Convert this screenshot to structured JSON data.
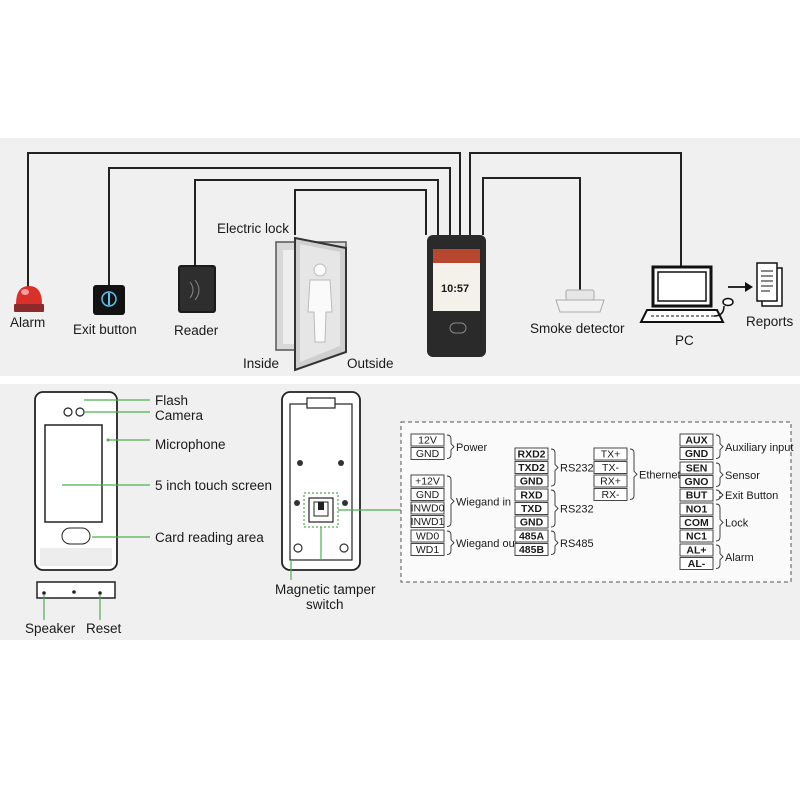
{
  "top": {
    "alarm": "Alarm",
    "exit_button": "Exit button",
    "reader": "Reader",
    "electric_lock": "Electric lock",
    "inside": "Inside",
    "outside": "Outside",
    "smoke_detector": "Smoke detector",
    "pc": "PC",
    "reports": "Reports",
    "clock": "10:57"
  },
  "front": {
    "flash": "Flash",
    "camera": "Camera",
    "microphone": "Microphone",
    "screen": "5 inch touch screen",
    "card_area": "Card reading area",
    "speaker": "Speaker",
    "reset": "Reset"
  },
  "back": {
    "tamper_line1": "Magnetic tamper",
    "tamper_line2": "switch"
  },
  "wiring": {
    "col1": {
      "power_terms": [
        "12V",
        "GND"
      ],
      "power_label": "Power",
      "wiegand_in_terms": [
        "+12V",
        "GND",
        "INWD0",
        "INWD1"
      ],
      "wiegand_in_label": "Wiegand in",
      "wiegand_out_terms": [
        "WD0",
        "WD1"
      ],
      "wiegand_out_label": "Wiegand out"
    },
    "col2": {
      "rs232a_terms": [
        "RXD2",
        "TXD2",
        "GND"
      ],
      "rs232a_label": "RS232",
      "rs232b_terms": [
        "RXD",
        "TXD",
        "GND"
      ],
      "rs232b_label": "RS232",
      "rs485_terms": [
        "485A",
        "485B"
      ],
      "rs485_label": "RS485"
    },
    "col3": {
      "ethernet_terms": [
        "TX+",
        "TX-",
        "RX+",
        "RX-"
      ],
      "ethernet_label": "Ethernet"
    },
    "col4": {
      "aux_terms": [
        "AUX",
        "GND"
      ],
      "aux_label": "Auxiliary input",
      "sensor_terms": [
        "SEN",
        "GNO"
      ],
      "sensor_label": "Sensor",
      "exit_terms": [
        "BUT"
      ],
      "exit_label": "Exit Button",
      "lock_terms": [
        "NO1",
        "COM",
        "NC1"
      ],
      "lock_label": "Lock",
      "alarm_terms": [
        "AL+",
        "AL-"
      ],
      "alarm_label": "Alarm"
    }
  }
}
